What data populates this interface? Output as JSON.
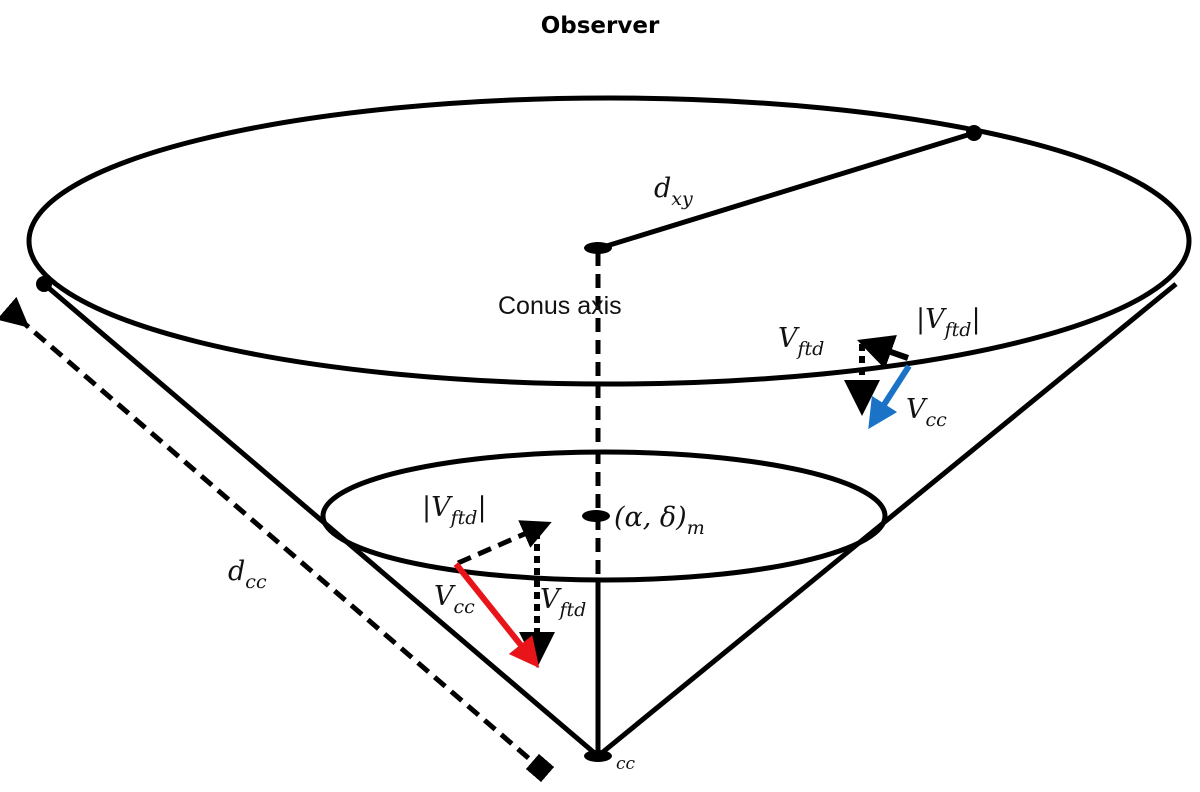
{
  "title": "Observer",
  "labels": {
    "dxy": {
      "main": "d",
      "sub": "xy"
    },
    "conus_axis": "Conus axis",
    "upper_vftd_abs": {
      "main": "|V",
      "sub": "ftd",
      "end": "|"
    },
    "upper_vftd": {
      "main": "V",
      "sub": "ftd"
    },
    "upper_vcc": {
      "main": "V",
      "sub": "cc"
    },
    "lower_vftd_abs": {
      "main": "|V",
      "sub": "ftd",
      "end": "|"
    },
    "lower_vftd": {
      "main": "V",
      "sub": "ftd"
    },
    "lower_vcc": {
      "main": "V",
      "sub": "cc"
    },
    "alpha_delta": {
      "main": "(α, δ)",
      "sub": "m"
    },
    "dcc": {
      "main": "d",
      "sub": "cc"
    },
    "cc": "cc"
  },
  "colors": {
    "upper_vcc_arrow": "#1a73c7",
    "lower_vcc_arrow": "#e8141a",
    "lines": "#000000"
  }
}
